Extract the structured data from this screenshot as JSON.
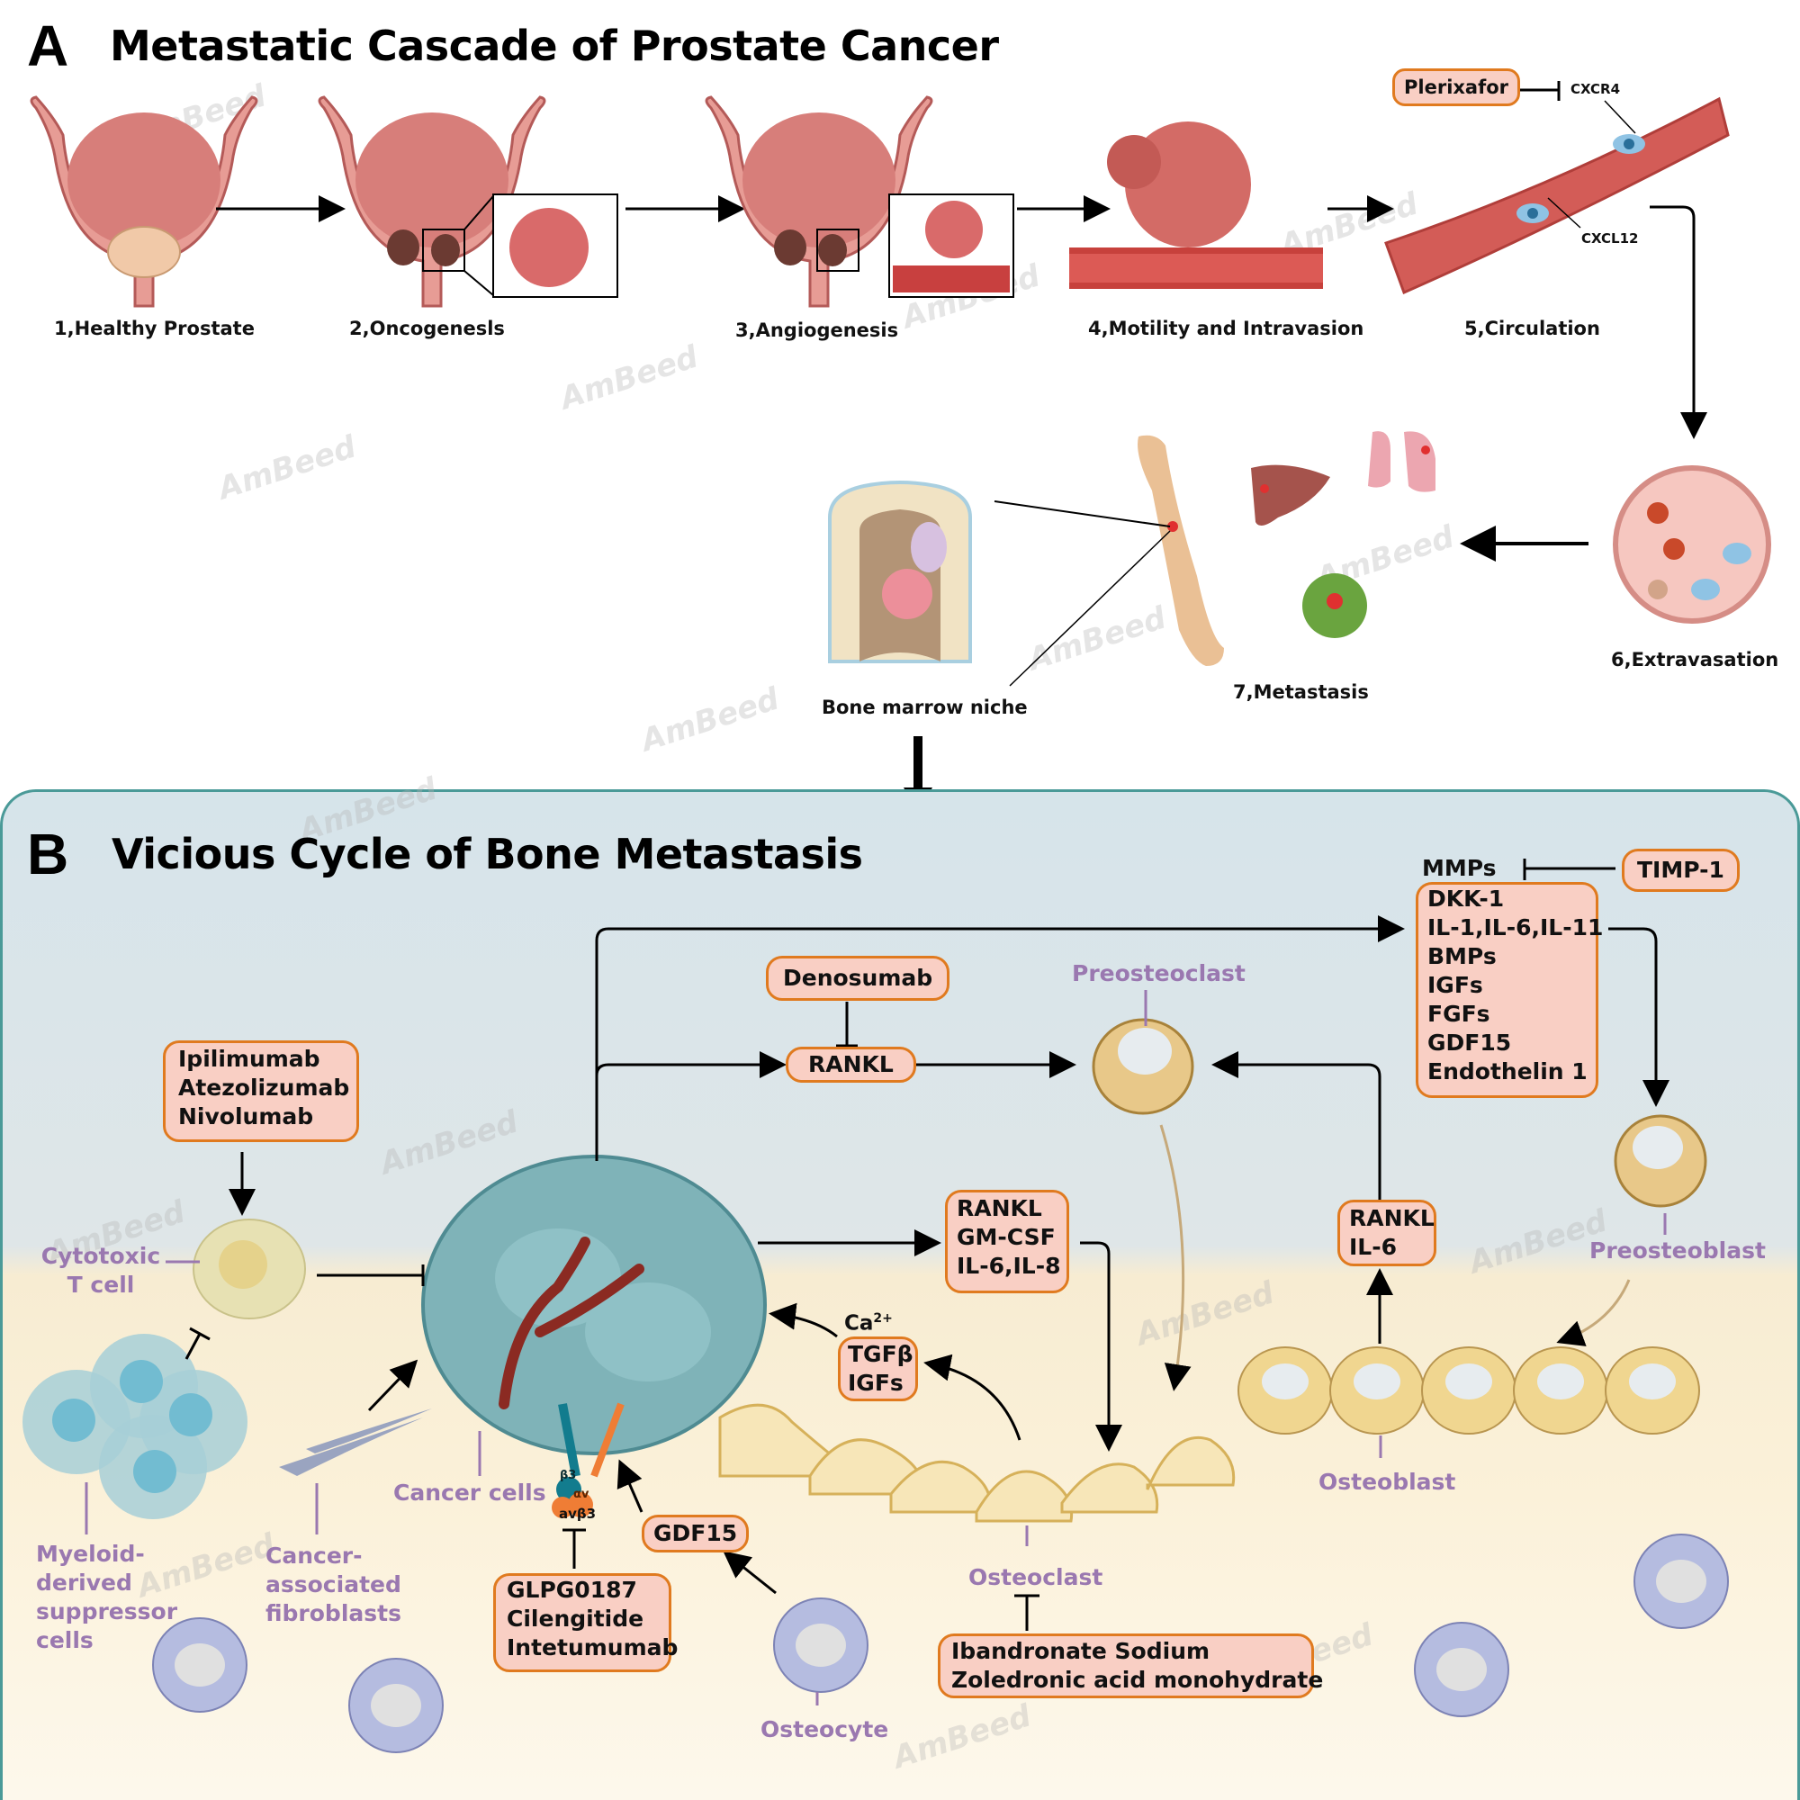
{
  "panel_a": {
    "letter": "A",
    "title": "Metastatic Cascade of Prostate Cancer",
    "steps": [
      {
        "label": "1,Healthy Prostate"
      },
      {
        "label": "2,Oncogenesls"
      },
      {
        "label": "3,Angiogenesis"
      },
      {
        "label": "4,Motility and Intravasion"
      },
      {
        "label": "5,Circulation"
      },
      {
        "label": "6,Extravasation"
      },
      {
        "label": "7,Metastasis"
      }
    ],
    "bone_marrow_label": "Bone marrow niche",
    "drug_plerixafor": "Plerixafor",
    "receptor_cxcr4": "CXCR4",
    "ligand_cxcl12": "CXCL12"
  },
  "panel_b": {
    "letter": "B",
    "title": "Vicious Cycle of Bone Metastasis",
    "mmps": "MMPs",
    "timp1": "TIMP-1",
    "factors_box": [
      "DKK-1",
      "IL-1,IL-6,IL-11",
      "BMPs",
      "IGFs",
      "FGFs",
      "GDF15",
      "Endothelin 1"
    ],
    "denosumab": "Denosumab",
    "rankl": "RANKL",
    "checkpoint_drugs": [
      "Ipilimumab",
      "Atezolizumab",
      "Nivolumab"
    ],
    "cancer_secreted": [
      "RANKL",
      "GM-CSF",
      "IL-6,IL-8"
    ],
    "osteoblast_secreted": [
      "RANKL",
      "IL-6"
    ],
    "calcium": "Ca",
    "calcium_sup": "2+",
    "bone_matrix_factors": [
      "TGFβ",
      "IGFs"
    ],
    "gdf15": "GDF15",
    "integrin_label": "avβ3",
    "integrin_b3": "β3",
    "integrin_av": "αv",
    "integrin_drugs": [
      "GLPG0187",
      "Cilengitide",
      "Intetumumab"
    ],
    "bisphosphonates": [
      "Ibandronate Sodium",
      "Zoledronic acid monohydrate"
    ],
    "cell_labels": {
      "cytotoxic_t": [
        "Cytotoxic",
        "T cell"
      ],
      "mdsc": [
        "Myeloid-",
        "derived",
        "suppressor",
        "cells"
      ],
      "caf": [
        "Cancer-",
        "associated",
        "fibroblasts"
      ],
      "cancer": "Cancer cells",
      "preosteoclast": "Preosteoclast",
      "preosteoblast": "Preosteoblast",
      "osteoblast": "Osteoblast",
      "osteoclast": "Osteoclast",
      "osteocyte": "Osteocyte"
    }
  },
  "watermark": "AmBeed",
  "colors": {
    "box_fill": "#f9cfc4",
    "box_border": "#e07a1f",
    "cell_label": "#9a78b0",
    "panel_b_border": "#4a9a98"
  }
}
